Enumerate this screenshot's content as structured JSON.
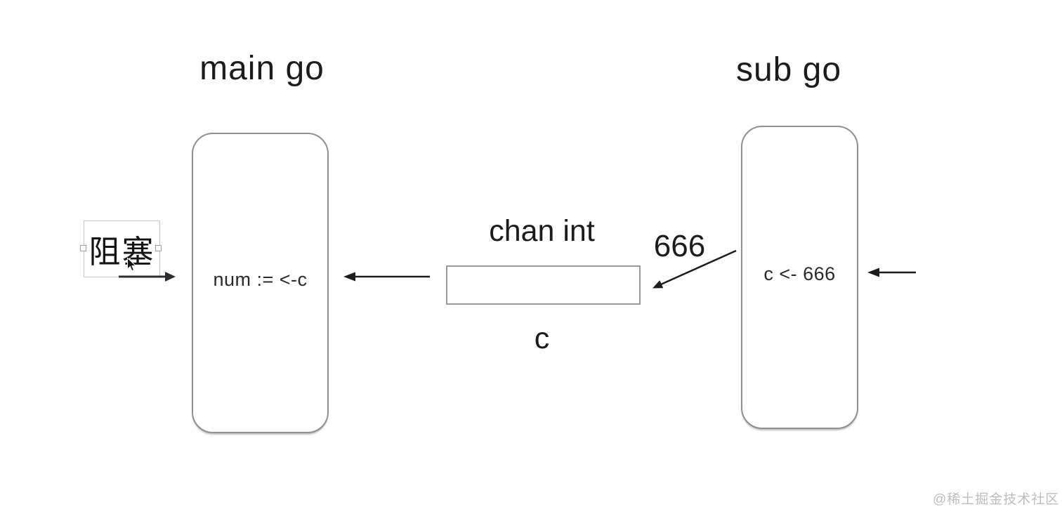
{
  "diagram": {
    "goroutines": {
      "main": {
        "title": "main go",
        "code": "num := <-c"
      },
      "sub": {
        "title": "sub go",
        "code": "c <- 666"
      }
    },
    "channel": {
      "type_label": "chan int",
      "var_label": "c"
    },
    "annotations": {
      "sent_value": "666",
      "blocking_label": "阻塞"
    }
  },
  "watermark": {
    "text": "@稀土掘金技术社区"
  },
  "icons": {
    "cursor": "arrow-pointer",
    "arrows": [
      "arrow-channel-to-main",
      "arrow-into-sub",
      "arrow-666-to-channel",
      "arrow-blocking"
    ]
  },
  "colors": {
    "background": "#ffffff",
    "box_border": "#8f8f8f",
    "channel_border": "#9a9a9a",
    "text": "#1c1c1c",
    "arrow": "#1c1c1c",
    "blocking_arrow": "#2c2c35",
    "selection_border": "#c3c6cc",
    "watermark": "#bcbcbc"
  }
}
